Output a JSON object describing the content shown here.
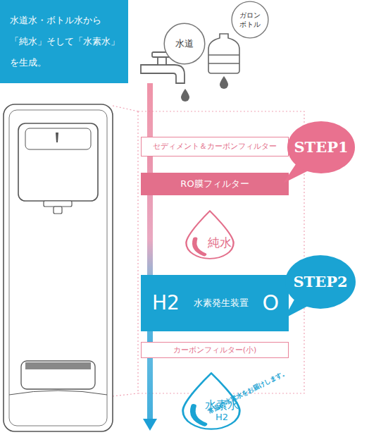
{
  "diagram": {
    "nodes": [
      {
        "text": [
          "水道水・ボトル水から 「純水」そして「水素水」 を生成。"
        ]
      },
      {
        "text": [
          "水道"
        ]
      },
      {
        "text": [
          "ガロン ボトル"
        ]
      },
      {
        "text": [
          "セディメント＆カーボンフィルター"
        ]
      },
      {
        "text": [
          "RO膜フィルター"
        ]
      },
      {
        "text": [
          "STEP1"
        ]
      },
      {
        "text": [
          "純水"
        ]
      },
      {
        "text": [
          "H2",
          "水素発生装置",
          "O"
        ]
      },
      {
        "text": [
          "STEP2"
        ]
      },
      {
        "text": [
          "カーボンフィルター(小)"
        ]
      },
      {
        "text": [
          "水素水",
          "H2"
        ]
      }
    ],
    "edges": [
      {
        "from": 3,
        "to": 4,
        "arrow": "none"
      },
      {
        "from": 4,
        "to": 7,
        "arrow": "none"
      },
      {
        "from": 7,
        "to": 9,
        "arrow": "none"
      }
    ],
    "labels": [
      "常温の水素水をお届けします。"
    ]
  }
}
